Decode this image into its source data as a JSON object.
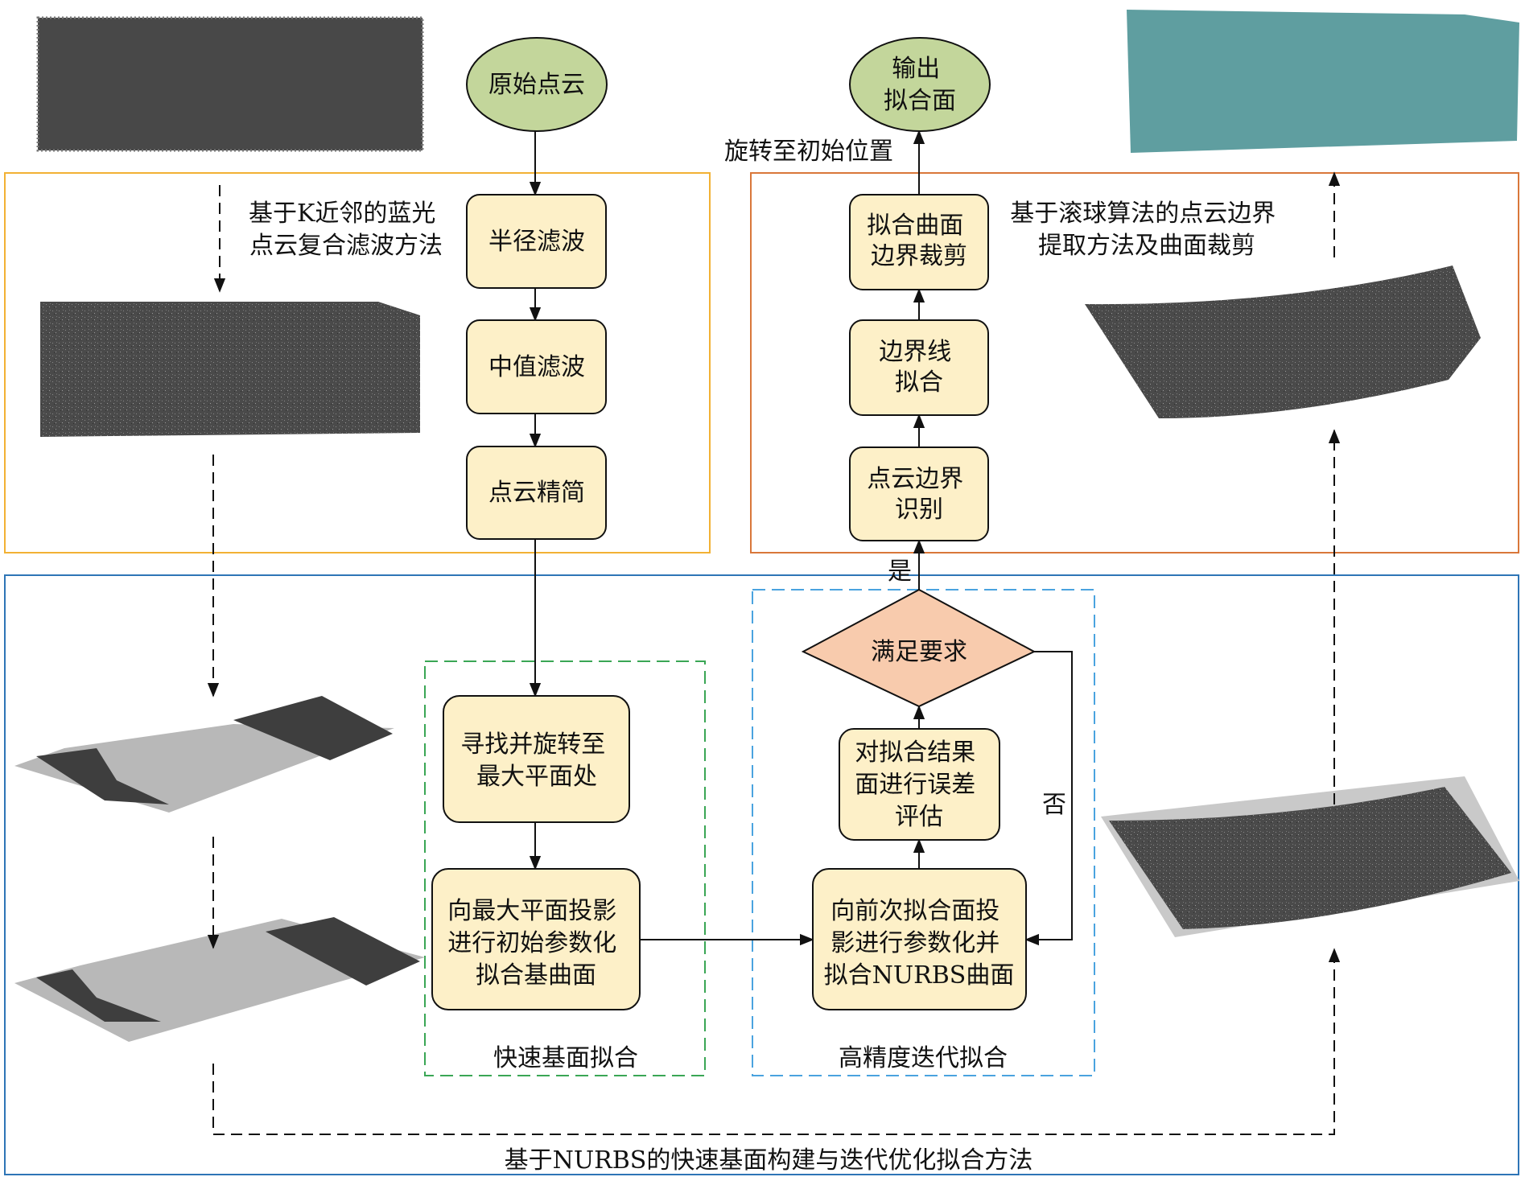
{
  "nodes": {
    "start": "原始点云",
    "output": [
      "输出",
      "拟合面"
    ],
    "radius_filter": "半径滤波",
    "median_filter": "中值滤波",
    "simplify": "点云精简",
    "find_rotate": [
      "寻找并旋转至",
      "最大平面处"
    ],
    "project_initial": [
      "向最大平面投影",
      "进行初始参数化",
      "拟合基曲面"
    ],
    "project_prev": [
      "向前次拟合面投",
      "影进行参数化并",
      "拟合NURBS曲面"
    ],
    "evaluate": [
      "对拟合结果",
      "面进行误差",
      "评估"
    ],
    "decision": "满足要求",
    "boundary_detect": [
      "点云边界",
      "识别"
    ],
    "boundary_fit": [
      "边界线",
      "拟合"
    ],
    "trim": [
      "拟合曲面",
      "边界裁剪"
    ]
  },
  "labels": {
    "rotate_back": "旋转至初始位置",
    "filter_method": [
      "基于K近邻的蓝光",
      "点云复合滤波方法"
    ],
    "boundary_method": [
      "基于滚球算法的点云边界",
      "提取方法及曲面裁剪"
    ],
    "fast_fit": "快速基面拟合",
    "iterative_fit": "高精度迭代拟合",
    "overall_method": "基于NURBS的快速基面构建与迭代优化拟合方法",
    "yes": "是",
    "no": "否"
  },
  "colors": {
    "start_end_fill": "#c3d69b",
    "process_fill": "#fdf0c8",
    "decision_fill": "#f8cbad",
    "filter_box": "#f2b134",
    "boundary_box": "#d9773a",
    "main_box": "#2e75b6",
    "fast_box": "#3aa655",
    "iter_box": "#4aa3df",
    "pointcloud": "#474747",
    "surface_teal": "#5f9ea0",
    "surface_gray": "#b5b5b5"
  }
}
